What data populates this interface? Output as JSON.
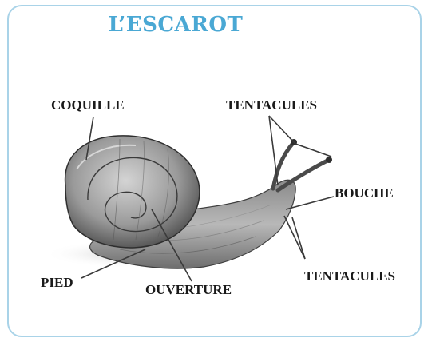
{
  "diagram": {
    "title": "L’ESCAROT",
    "labels": {
      "shell": "COQUILLE",
      "upper_tentacles": "TENTACULES",
      "mouth": "BOUCHE",
      "lower_tentacles": "TENTACULES",
      "foot": "PIED",
      "opening": "OUVERTURE"
    },
    "accent_color": "#4aa8d4",
    "border_color": "#a9d3e8"
  }
}
